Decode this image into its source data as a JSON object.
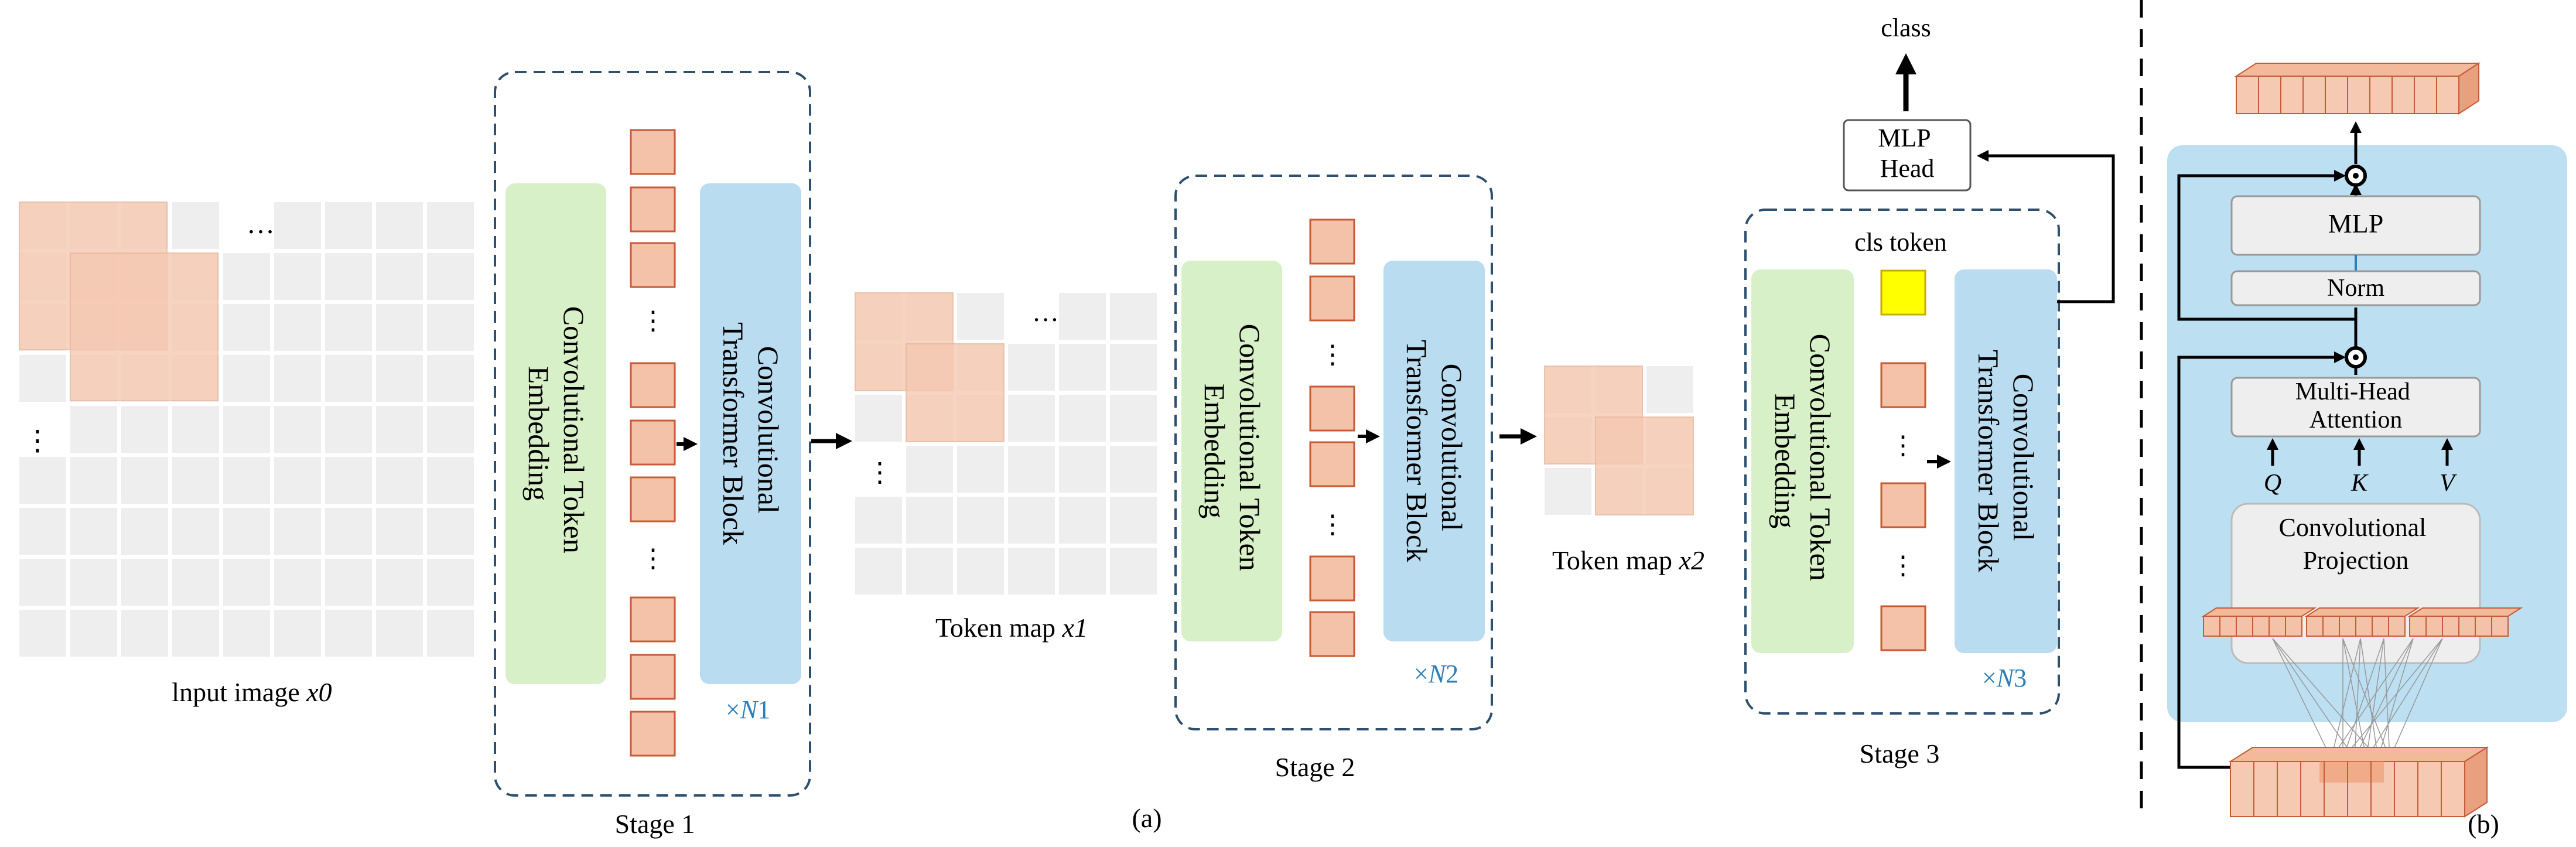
{
  "input_image": {
    "caption_prefix": "lnput image ",
    "caption_var": "x0",
    "grid_ellipsis": "…",
    "grid_ellipsis_vertical": "⋮"
  },
  "stage1": {
    "embedding_label_line1": "Convolutional Token",
    "embedding_label_line2": "Embedding",
    "block_label_line1": "Convolutional",
    "block_label_line2": "Transformer Block",
    "repeat_prefix": "×",
    "repeat_var": "N",
    "repeat_num": "1",
    "caption": "Stage 1",
    "token_ellipsis": "⋮"
  },
  "token_map1": {
    "caption_prefix": "Token map ",
    "caption_var": "x1",
    "grid_ellipsis": "…",
    "grid_ellipsis_vertical": "⋮"
  },
  "stage2": {
    "embedding_label_line1": "Convolutional Token",
    "embedding_label_line2": "Embedding",
    "block_label_line1": "Convolutional",
    "block_label_line2": "Transformer Block",
    "repeat_prefix": "×",
    "repeat_var": "N",
    "repeat_num": "2",
    "caption": "Stage 2",
    "token_ellipsis": "⋮"
  },
  "token_map2": {
    "caption_prefix": "Token map ",
    "caption_var": "x2"
  },
  "stage3": {
    "cls_token_label": "cls token",
    "embedding_label_line1": "Convolutional Token",
    "embedding_label_line2": "Embedding",
    "block_label_line1": "Convolutional",
    "block_label_line2": "Transformer Block",
    "repeat_prefix": "×",
    "repeat_var": "N",
    "repeat_num": "3",
    "caption": "Stage 3",
    "token_ellipsis": "⋮"
  },
  "head": {
    "label_line1": "MLP",
    "label_line2": "Head",
    "output_label": "class"
  },
  "panel_a_label": "(a)",
  "panel_b": {
    "mlp_label": "MLP",
    "norm_label": "Norm",
    "mha_label_line1": "Multi-Head",
    "mha_label_line2": "Attention",
    "q_label": "Q",
    "k_label": "K",
    "v_label": "V",
    "conv_proj_line1": "Convolutional",
    "conv_proj_line2": "Projection",
    "panel_label": "(b)"
  },
  "colors": {
    "token_fill": "#f4c2a8",
    "token_stroke": "#c75b35",
    "patch_fill": "#f6c9b2",
    "grid_cell": "#eeeeee",
    "embedding_fill": "#d8f0c8",
    "block_fill": "#b9dcf0",
    "cls_token_fill": "#ffff00",
    "stage_border": "#2e4f6d",
    "repeat_text": "#2b7fb8",
    "panel_b_bg": "#bcdff2"
  }
}
